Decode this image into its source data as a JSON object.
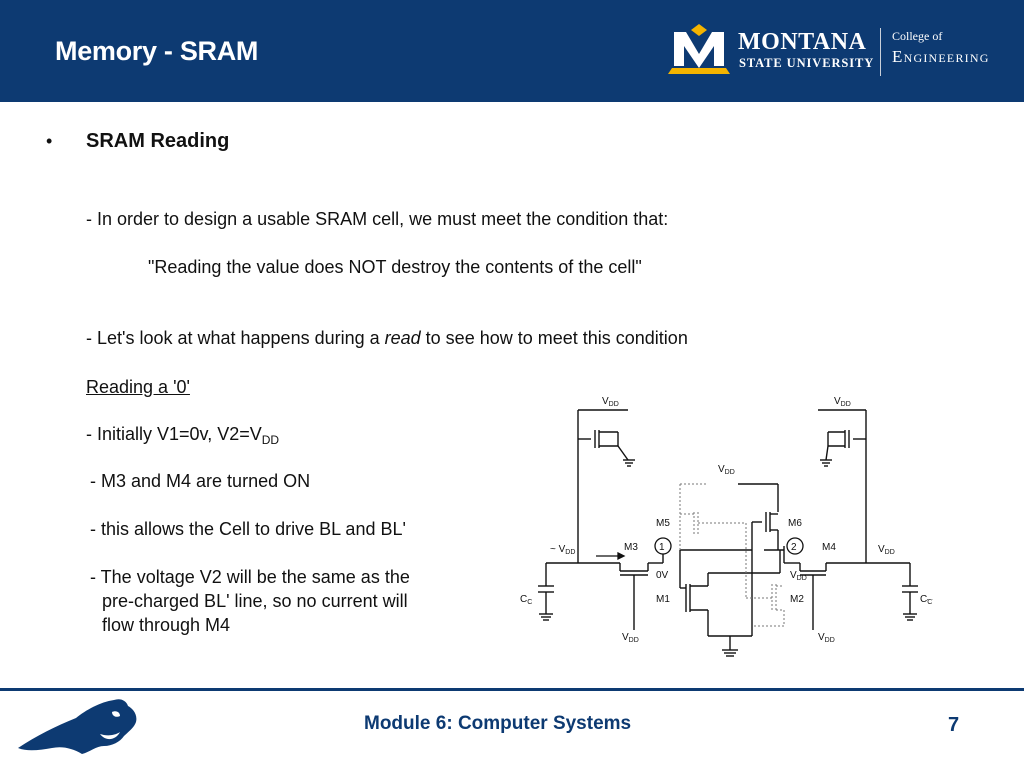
{
  "header": {
    "title": "Memory - SRAM",
    "logo_line1": "MONTANA",
    "logo_line2": "STATE UNIVERSITY",
    "college_line1": "College of",
    "college_line2": "Engineering"
  },
  "body": {
    "bullet": "SRAM Reading",
    "p1": "- In order to design a usable SRAM cell, we must meet the condition that:",
    "quote": "\"Reading the value does NOT destroy the contents of the cell\"",
    "p2_before": "- Let's look at what happens during a ",
    "p2_em": "read",
    "p2_after": " to see how to meet this condition",
    "subheading": "Reading a '0'",
    "init_prefix": "- Initially V1=0v, V2=V",
    "init_sub": "DD",
    "l1": "- M3 and M4 are turned ON",
    "l2": "- this allows the Cell to drive BL and BL'",
    "l3a": "- The voltage V2 will be the same as the",
    "l3b": "pre-charged BL' line, so no current will",
    "l3c": "flow through M4"
  },
  "circuit": {
    "vdd": "V",
    "dd": "DD",
    "approx_vdd": "~ V",
    "m1": "M1",
    "m2": "M2",
    "m3": "M3",
    "m4": "M4",
    "m5": "M5",
    "m6": "M6",
    "node1": "1",
    "node2": "2",
    "zero_v": "0V",
    "cap_left": "C",
    "cap_left_sub": "C",
    "cap_right": "C",
    "cap_right_sub": "C"
  },
  "footer": {
    "module": "Module 6: Computer Systems",
    "page": "7"
  },
  "colors": {
    "navy": "#0d3a72",
    "gold": "#f4b400"
  }
}
